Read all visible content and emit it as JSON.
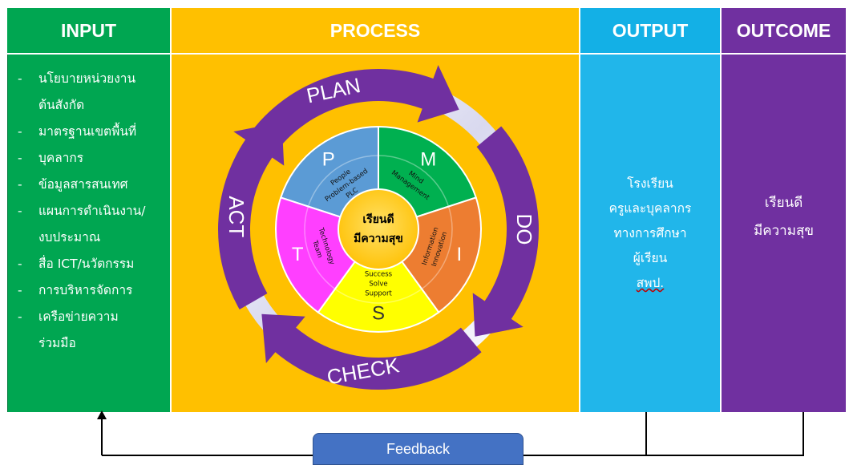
{
  "columns": {
    "input": {
      "title": "INPUT",
      "items": [
        "นโยบายหน่วยงาน\nต้นสังกัด",
        "มาตรฐานเขตพื้นที่",
        "บุคลากร",
        "ข้อมูลสารสนเทศ",
        "แผนการดำเนินงาน/\nงบประมาณ",
        "สื่อ ICT/นวัตกรรม",
        "การบริหารจัดการ",
        "เครือข่ายความ\nร่วมมือ"
      ],
      "bullet": "-"
    },
    "process": {
      "title": "PROCESS"
    },
    "output": {
      "title": "OUTPUT",
      "items": [
        "โรงเรียน",
        "ครูและบุคลากร",
        "ทางการศึกษา",
        "ผู้เรียน",
        "สพป."
      ]
    },
    "outcome": {
      "title": "OUTCOME",
      "text": "เรียนดี\nมีความสุข"
    }
  },
  "cycle": {
    "arrows": {
      "plan": "PLAN",
      "do": "DO",
      "check": "CHECK",
      "act": "ACT"
    },
    "segments": {
      "p": {
        "letter": "P",
        "words": [
          "People",
          "Problem-based",
          "PLC"
        ],
        "color": "#5B9BD5"
      },
      "m": {
        "letter": "M",
        "words": [
          "Mind",
          "Management"
        ],
        "color": "#00B050"
      },
      "i": {
        "letter": "I",
        "words": [
          "Innovation",
          "Information"
        ],
        "color": "#ED7D31"
      },
      "s": {
        "letter": "S",
        "words": [
          "Support",
          "Solve",
          "Success"
        ],
        "color": "#FFFF00"
      },
      "t": {
        "letter": "T",
        "words": [
          "Team",
          "Technology"
        ],
        "color": "#FF3FFF"
      }
    },
    "center": {
      "line1": "เรียนดี",
      "line2": "มีความสุข",
      "color": "#FFC000"
    },
    "arrow_color": "#7030A0"
  },
  "feedback": {
    "label": "Feedback"
  }
}
